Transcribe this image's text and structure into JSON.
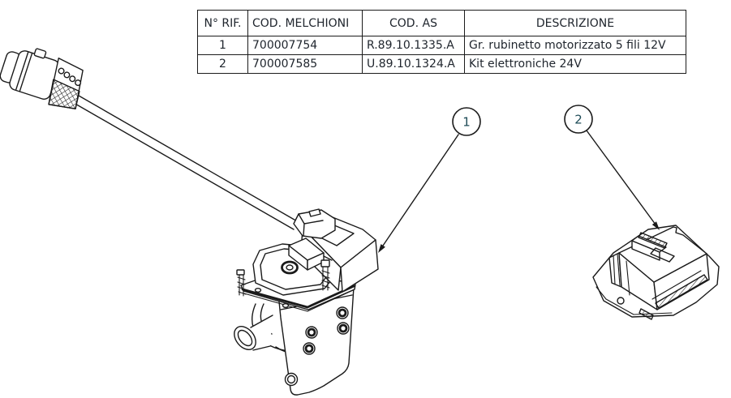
{
  "parts_table": {
    "headers": [
      "N° RIF.",
      "COD. MELCHIONI",
      "COD. AS",
      "DESCRIZIONE"
    ],
    "rows": [
      [
        "1",
        "700007754",
        "R.89.10.1335.A",
        "Gr. rubinetto motorizzato 5 fili 12V"
      ],
      [
        "2",
        "700007585",
        "U.89.10.1324.A",
        "Kit elettroniche 24V"
      ]
    ]
  },
  "callouts": [
    {
      "label": "1"
    },
    {
      "label": "2"
    }
  ],
  "colors": {
    "line": "#1a1a1a",
    "table_text": "#20262e",
    "table_border": "#1b1b1b",
    "callout_number": "#1f4c58",
    "background": "#ffffff"
  }
}
